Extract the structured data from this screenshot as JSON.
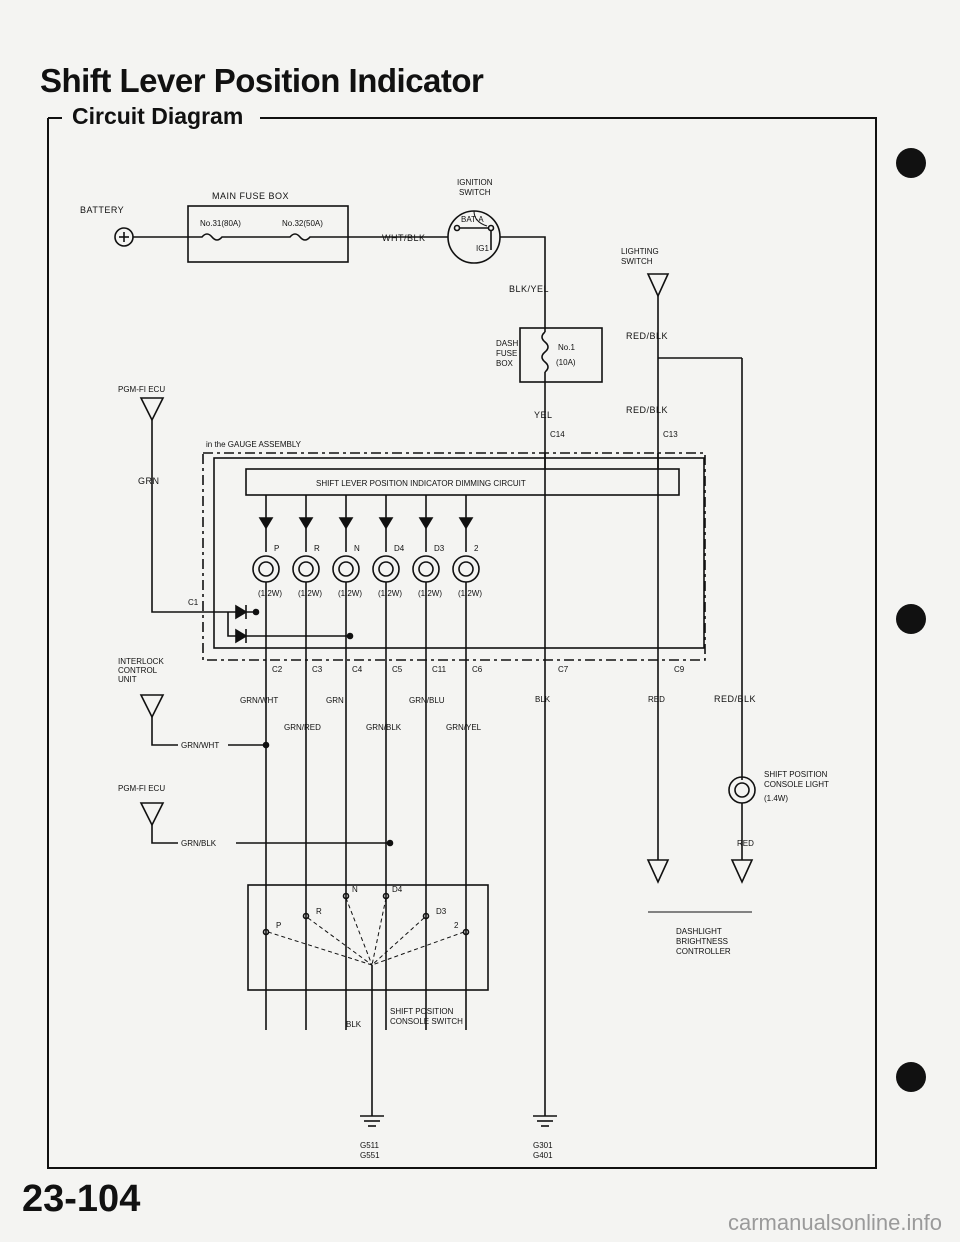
{
  "page_title": "Shift Lever Position Indicator",
  "section_title": "Circuit Diagram",
  "page_number": "23-104",
  "watermark": "carmanualsonline.info",
  "labels": {
    "battery": "BATTERY",
    "main_fuse_box": "MAIN FUSE BOX",
    "fuse_31": "No.31(80A)",
    "fuse_32": "No.32(50A)",
    "wht_blk": "WHT/BLK",
    "ignition_switch_1": "IGNITION",
    "ignition_switch_2": "SWITCH",
    "bat_a": "BAT-A",
    "ig1": "IG1",
    "lighting_switch_1": "LIGHTING",
    "lighting_switch_2": "SWITCH",
    "blk_yel": "BLK/YEL",
    "dash_fuse_1": "DASH",
    "dash_fuse_2": "FUSE",
    "dash_fuse_3": "BOX",
    "fuse_no1": "No.1",
    "fuse_10a": "(10A)",
    "red_blk_top": "RED/BLK",
    "red_blk_mid": "RED/BLK",
    "pgm_fi_ecu_top": "PGM-FI ECU",
    "yel": "YEL",
    "c14": "C14",
    "c13": "C13",
    "gauge_assembly": "in the GAUGE ASSEMBLY",
    "grn_left": "GRN",
    "dimming_circuit": "SHIFT LEVER POSITION INDICATOR DIMMING CIRCUIT",
    "c1": "C1",
    "watt": "(1.2W)",
    "interlock_1": "INTERLOCK",
    "interlock_2": "CONTROL",
    "interlock_3": "UNIT",
    "grn_wht_left": "GRN/WHT",
    "pgm_fi_ecu_bottom": "PGM-FI ECU",
    "grn_blk_left": "GRN/BLK",
    "grn_wht": "GRN/WHT",
    "grn": "GRN",
    "grn_blu": "GRN/BLU",
    "grn_red": "GRN/RED",
    "grn_blk": "GRN/BLK",
    "grn_yel": "GRN/YEL",
    "blk_c7": "BLK",
    "red_c9": "RED",
    "red_blk_right": "RED/BLK",
    "console_light_1": "SHIFT POSITION",
    "console_light_2": "CONSOLE LIGHT",
    "console_light_3": "(1.4W)",
    "red_bottom": "RED",
    "dashlight_1": "DASHLIGHT",
    "dashlight_2": "BRIGHTNESS",
    "dashlight_3": "CONTROLLER",
    "switch_label_1": "SHIFT POSITION",
    "switch_label_2": "CONSOLE SWITCH",
    "blk_switch": "BLK",
    "g511": "G511",
    "g551": "G551",
    "g301": "G301",
    "g401": "G401"
  },
  "connectors": [
    "C2",
    "C3",
    "C4",
    "C5",
    "C11",
    "C6",
    "C7",
    "C9"
  ],
  "indicators": [
    "P",
    "R",
    "N",
    "D4",
    "D3",
    "2"
  ],
  "switch_positions": [
    "P",
    "R",
    "N",
    "D4",
    "D3",
    "2"
  ]
}
